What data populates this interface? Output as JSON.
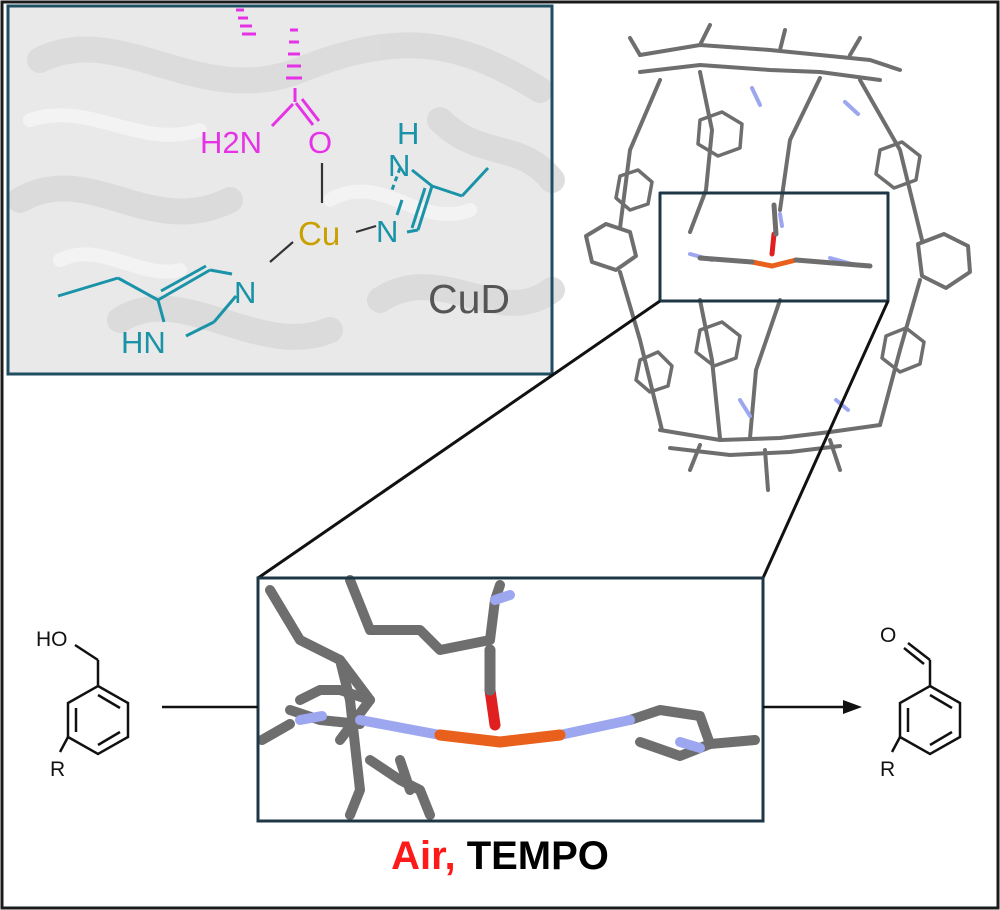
{
  "inset": {
    "amide_label": "H2N",
    "oxygen_label": "O",
    "metal_label": "Cu",
    "site_label": "CuD",
    "his_upper_nh": "H",
    "his_upper_n1": "N",
    "his_upper_n2": "N",
    "his_lower_n": "N",
    "his_lower_nh": "HN"
  },
  "reaction": {
    "reactant_oh": "HO",
    "reactant_r": "R",
    "product_o": "O",
    "product_r": "R",
    "conditions_air": "Air,",
    "conditions_tempo": "TEMPO"
  },
  "colors": {
    "frame": "#1b1b1b",
    "inset_border": "#1f4e63",
    "magenta": "#e632e6",
    "teal": "#1a93a8",
    "copper_text": "#c9a000",
    "stick_gray": "#6e6e6e",
    "nitrogen": "#9da7f0",
    "copper_atom": "#e8601c",
    "oxygen_atom": "#e02020",
    "red_text": "#ff1a1a"
  }
}
